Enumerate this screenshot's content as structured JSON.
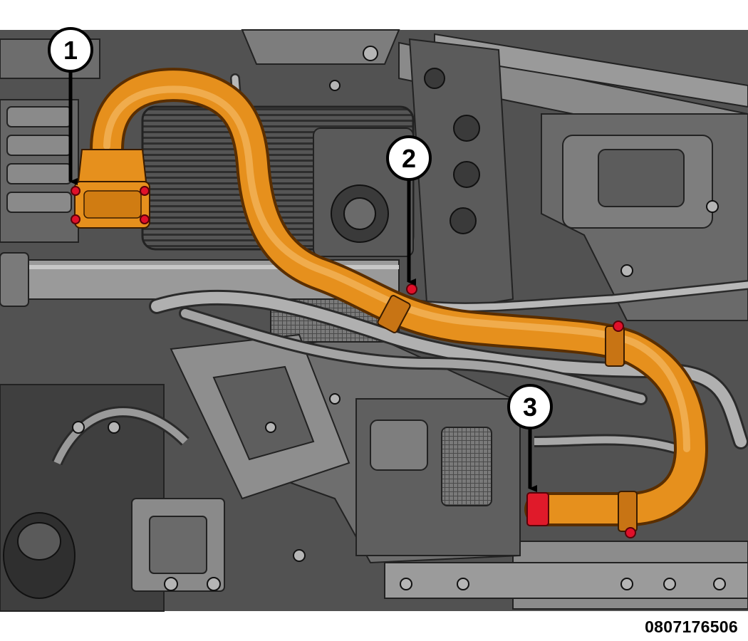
{
  "figure": {
    "id": "0807176506",
    "callouts": [
      {
        "number": "1"
      },
      {
        "number": "2"
      },
      {
        "number": "3"
      }
    ]
  },
  "colors": {
    "background": "#ffffff",
    "frame": "#4a4a4a",
    "component_dark": "#3a3a3a",
    "component_mid": "#8a8a8a",
    "component_light": "#bdbdbd",
    "cable": "#e6901d",
    "cable_highlight": "#f3b35a",
    "fastener": "#e0102a",
    "callout_ring": "#000000"
  }
}
